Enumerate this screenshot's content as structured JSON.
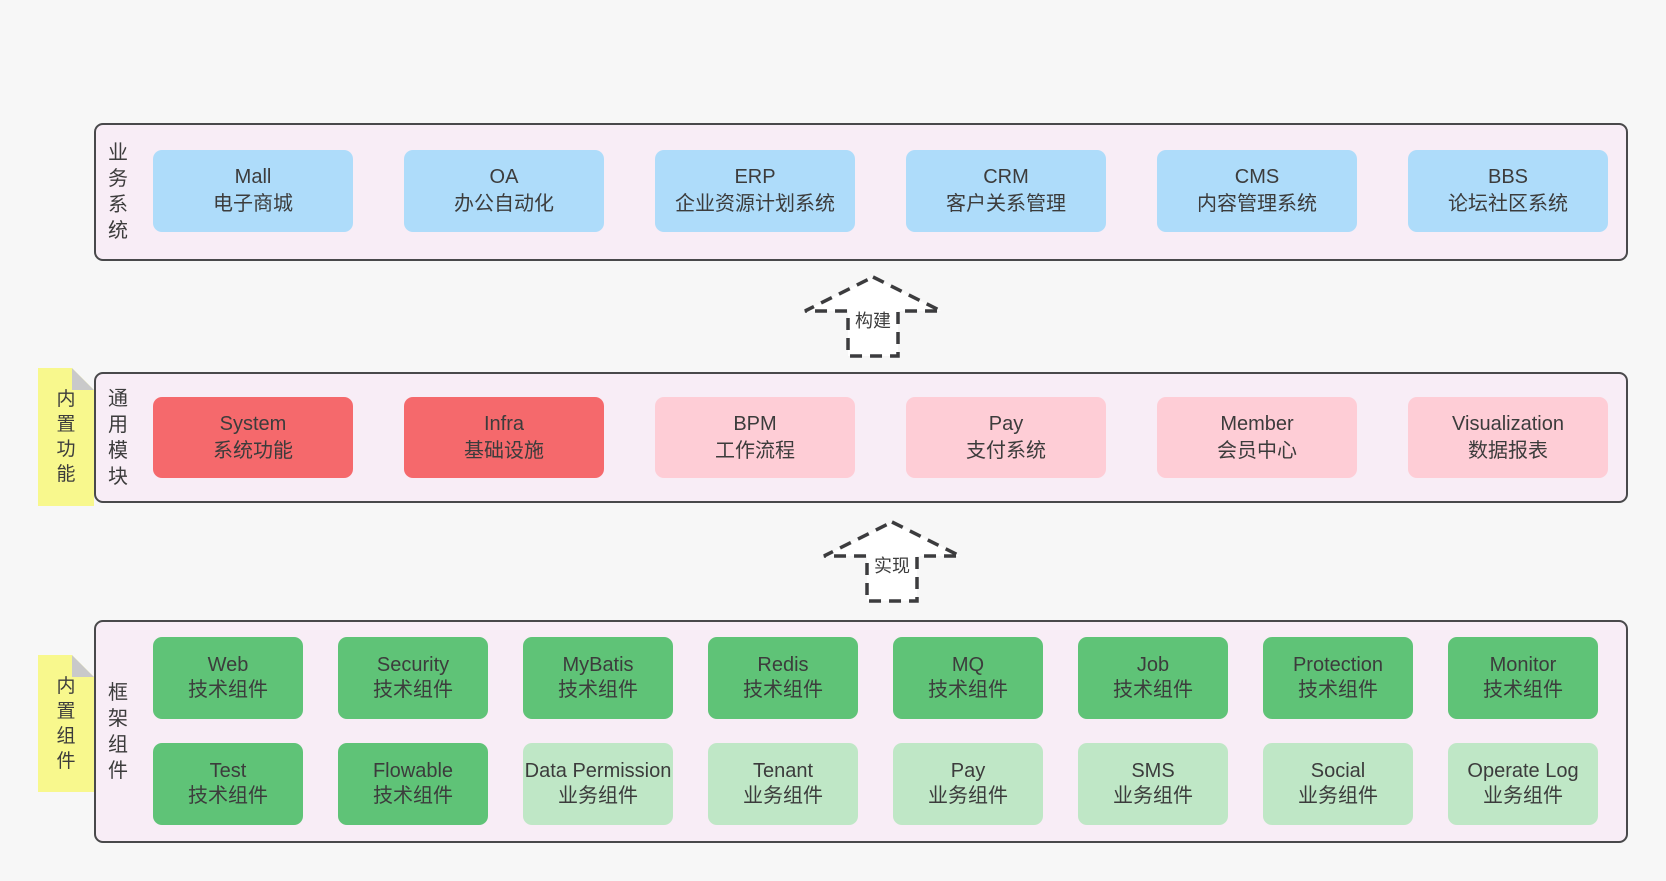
{
  "colors": {
    "page_bg": "#f7f7f7",
    "panel_bg": "#f8edf6",
    "panel_border": "#49494b",
    "blue_box": "#aedcfa",
    "red_box": "#f5696c",
    "pink_box": "#fecdd6",
    "green_box": "#5fc377",
    "light_green_box": "#bfe7c6",
    "sticky_tab_yellow": "#f8f88d",
    "fold_gray": "#c9c9ca",
    "text": "#3c3c3c"
  },
  "arrows": {
    "build": "构建",
    "implement": "实现"
  },
  "sections": {
    "business": {
      "label": "业务系统",
      "boxes": [
        {
          "title": "Mall",
          "subtitle": "电子商城"
        },
        {
          "title": "OA",
          "subtitle": "办公自动化"
        },
        {
          "title": "ERP",
          "subtitle": "企业资源计划系统"
        },
        {
          "title": "CRM",
          "subtitle": "客户关系管理"
        },
        {
          "title": "CMS",
          "subtitle": "内容管理系统"
        },
        {
          "title": "BBS",
          "subtitle": "论坛社区系统"
        }
      ]
    },
    "modules": {
      "label": "通用模块",
      "tab": "内置功能",
      "boxes": [
        {
          "title": "System",
          "subtitle": "系统功能"
        },
        {
          "title": "Infra",
          "subtitle": "基础设施"
        },
        {
          "title": "BPM",
          "subtitle": "工作流程"
        },
        {
          "title": "Pay",
          "subtitle": "支付系统"
        },
        {
          "title": "Member",
          "subtitle": "会员中心"
        },
        {
          "title": "Visualization",
          "subtitle": "数据报表"
        }
      ]
    },
    "components": {
      "label": "框架组件",
      "tab": "内置组件",
      "row1": [
        {
          "title": "Web",
          "subtitle": "技术组件"
        },
        {
          "title": "Security",
          "subtitle": "技术组件"
        },
        {
          "title": "MyBatis",
          "subtitle": "技术组件"
        },
        {
          "title": "Redis",
          "subtitle": "技术组件"
        },
        {
          "title": "MQ",
          "subtitle": "技术组件"
        },
        {
          "title": "Job",
          "subtitle": "技术组件"
        },
        {
          "title": "Protection",
          "subtitle": "技术组件"
        },
        {
          "title": "Monitor",
          "subtitle": "技术组件"
        }
      ],
      "row2": [
        {
          "title": "Test",
          "subtitle": "技术组件"
        },
        {
          "title": "Flowable",
          "subtitle": "技术组件"
        },
        {
          "title": "Data Permission",
          "subtitle": "业务组件"
        },
        {
          "title": "Tenant",
          "subtitle": "业务组件"
        },
        {
          "title": "Pay",
          "subtitle": "业务组件"
        },
        {
          "title": "SMS",
          "subtitle": "业务组件"
        },
        {
          "title": "Social",
          "subtitle": "业务组件"
        },
        {
          "title": "Operate Log",
          "subtitle": "业务组件"
        }
      ]
    }
  }
}
